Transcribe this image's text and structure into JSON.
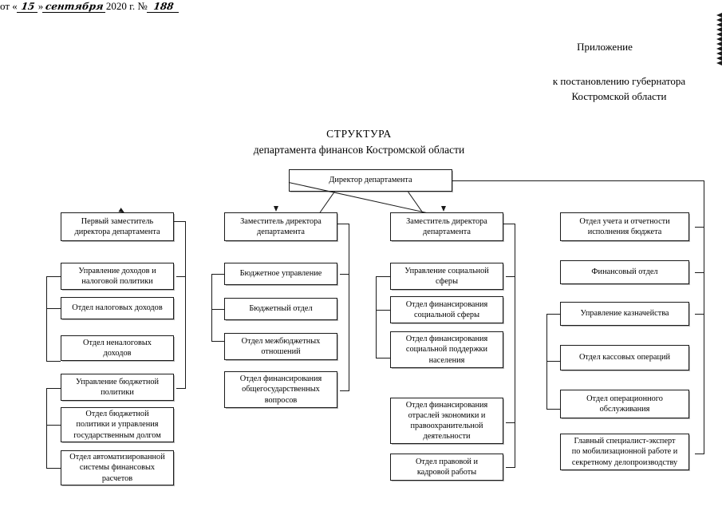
{
  "header": {
    "appendix": "Приложение",
    "line1": "к постановлению губернатора",
    "line2": "Костромской области",
    "date_prefix": "от «",
    "date_day": "15",
    "date_quote_close": "»",
    "date_month": "сентября",
    "date_year": "2020 г. №",
    "doc_number": "188"
  },
  "title": {
    "line1": "СТРУКТУРА",
    "line2": "департамента финансов Костромской области"
  },
  "chart_data": {
    "type": "org-chart",
    "root": "Директор департамента",
    "columns": [
      {
        "name": "column-1",
        "head": "Первый заместитель директора департамента",
        "groups": [
          {
            "manager": "Управление доходов и налоговой политики",
            "units": [
              "Отдел налоговых доходов",
              "Отдел неналоговых доходов"
            ]
          },
          {
            "manager": "Управление бюджетной политики",
            "units": [
              "Отдел бюджетной политики и управления государственным долгом",
              "Отдел автоматизированной системы финансовых расчетов"
            ]
          }
        ]
      },
      {
        "name": "column-2",
        "head": "Заместитель директора департамента",
        "groups": [
          {
            "manager": "Бюджетное управление",
            "units": [
              "Бюджетный отдел",
              "Отдел межбюджетных отношений"
            ]
          }
        ],
        "direct": [
          "Отдел финансирования общегосударственных вопросов"
        ]
      },
      {
        "name": "column-3",
        "head": "Заместитель директора департамента",
        "groups": [
          {
            "manager": "Управление социальной сферы",
            "units": [
              "Отдел финансирования социальной сферы",
              "Отдел финансирования социальной поддержки населения"
            ]
          }
        ],
        "direct": [
          "Отдел финансирования отраслей экономики и правоохранительной деятельности",
          "Отдел  правовой и кадровой работы"
        ]
      },
      {
        "name": "column-4",
        "head": null,
        "direct_top": [
          "Отдел учета и  отчетности исполнения бюджета",
          "Финансовый отдел"
        ],
        "groups": [
          {
            "manager": "Управление казначейства",
            "units": [
              "Отдел кассовых операций",
              "Отдел операционного обслуживания"
            ]
          }
        ],
        "direct_bottom": [
          "Главный специалист-эксперт по мобилизационной работе и секретному делопроизводству"
        ]
      }
    ]
  },
  "boxes": {
    "root": "Директор департамента",
    "c1_head_l1": "Первый заместитель",
    "c1_head_l2": "директора департамента",
    "c1_m1_l1": "Управление доходов и",
    "c1_m1_l2": "налоговой политики",
    "c1_u1": "Отдел налоговых доходов",
    "c1_u2_l1": "Отдел неналоговых",
    "c1_u2_l2": "доходов",
    "c1_m2_l1": "Управление бюджетной",
    "c1_m2_l2": "политики",
    "c1_u3_l1": "Отдел бюджетной",
    "c1_u3_l2": "политики и управления",
    "c1_u3_l3": "государственным долгом",
    "c1_u4_l1": "Отдел автоматизированной",
    "c1_u4_l2": "системы финансовых",
    "c1_u4_l3": "расчетов",
    "c2_head_l1": "Заместитель директора",
    "c2_head_l2": "департамента",
    "c2_m1": "Бюджетное управление",
    "c2_u1": "Бюджетный отдел",
    "c2_u2_l1": "Отдел межбюджетных",
    "c2_u2_l2": "отношений",
    "c2_d1_l1": "Отдел финансирования",
    "c2_d1_l2": "общегосударственных",
    "c2_d1_l3": "вопросов",
    "c3_head_l1": "Заместитель директора",
    "c3_head_l2": "департамента",
    "c3_m1_l1": "Управление социальной",
    "c3_m1_l2": "сферы",
    "c3_u1_l1": "Отдел финансирования",
    "c3_u1_l2": "социальной сферы",
    "c3_u2_l1": "Отдел финансирования",
    "c3_u2_l2": "социальной поддержки",
    "c3_u2_l3": "населения",
    "c3_d1_l1": "Отдел финансирования",
    "c3_d1_l2": "отраслей экономики и",
    "c3_d1_l3": "правоохранительной",
    "c3_d1_l4": "деятельности",
    "c3_d2_l1": "Отдел  правовой и",
    "c3_d2_l2": "кадровой работы",
    "c4_t1_l1": "Отдел учета и  отчетности",
    "c4_t1_l2": "исполнения бюджета",
    "c4_t2": "Финансовый отдел",
    "c4_m1": "Управление казначейства",
    "c4_u1": "Отдел кассовых операций",
    "c4_u2_l1": "Отдел операционного",
    "c4_u2_l2": "обслуживания",
    "c4_b1_l1": "Главный специалист-эксперт",
    "c4_b1_l2": "по мобилизационной работе и",
    "c4_b1_l3": "секретному делопроизводству"
  }
}
